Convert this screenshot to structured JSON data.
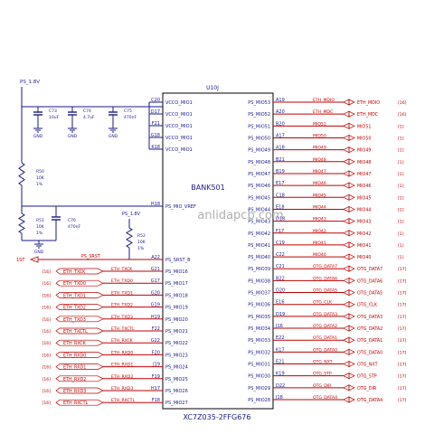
{
  "chip": {
    "ref": "U10J",
    "bank": "BANK501",
    "part": "XC7Z035-2FFG676",
    "watermark": "anlidapcb.com"
  },
  "power": {
    "rail": "PS_1.8V",
    "rail2": "PS_1.8V",
    "gnd": "GND"
  },
  "caps": [
    {
      "ref": "C73",
      "val": "10uF"
    },
    {
      "ref": "C74",
      "val": "4.7uF"
    },
    {
      "ref": "C75",
      "val": "470nF"
    }
  ],
  "resistors": [
    {
      "ref": "R50",
      "val": "10K",
      "tol": "1%"
    },
    {
      "ref": "R51",
      "val": "10K",
      "tol": "1%"
    },
    {
      "ref": "R52",
      "val": "10K",
      "tol": "1%"
    }
  ],
  "cap76": {
    "ref": "C76",
    "val": "470nF"
  },
  "rst": {
    "port": "1ST",
    "net": "PS_SRST"
  },
  "left_pins": [
    {
      "ball": "C20",
      "name": "VCCO_MIO1"
    },
    {
      "ball": "D17",
      "name": "VCCO_MIO1"
    },
    {
      "ball": "F21",
      "name": "VCCO_MIO1"
    },
    {
      "ball": "G18",
      "name": "VCCO_MIO1"
    },
    {
      "ball": "K18",
      "name": "VCCO_MIO1"
    },
    {
      "ball": "H18",
      "name": "PS_MIO_VREF"
    },
    {
      "ball": "A22",
      "name": "PS_SRST_B"
    },
    {
      "ball": "G21",
      "name": "PS_MIO16",
      "net": "ETH_TXCK",
      "port": "ETH_TXCK",
      "ref": "[16]"
    },
    {
      "ball": "G17",
      "name": "PS_MIO17",
      "net": "ETH_TXD0",
      "port": "ETH_TXD0",
      "ref": "[16]"
    },
    {
      "ball": "G20",
      "name": "PS_MIO18",
      "net": "ETH_TXD1",
      "port": "ETH_TXD1",
      "ref": "[16]"
    },
    {
      "ball": "G19",
      "name": "PS_MIO19",
      "net": "ETH_TXD2",
      "port": "ETH_TXD2",
      "ref": "[16]"
    },
    {
      "ball": "H19",
      "name": "PS_MIO20",
      "net": "ETH_TXD3",
      "port": "ETH_TXD3",
      "ref": "[16]"
    },
    {
      "ball": "F22",
      "name": "PS_MIO21",
      "net": "ETH_TXCTL",
      "port": "ETH_TXCTL",
      "ref": "[16]"
    },
    {
      "ball": "G22",
      "name": "PS_MIO22",
      "net": "ETH_RXCK",
      "port": "ETH_RXCK",
      "ref": "[16]"
    },
    {
      "ball": "F20",
      "name": "PS_MIO23",
      "net": "ETH_RXD0",
      "port": "ETH_RXD0",
      "ref": "[16]"
    },
    {
      "ball": "J19",
      "name": "PS_MIO24",
      "net": "ETH_RXD1",
      "port": "ETH_RXD1",
      "ref": "[16]"
    },
    {
      "ball": "F19",
      "name": "PS_MIO25",
      "net": "ETH_RXD2",
      "port": "ETH_RXD2",
      "ref": "[16]"
    },
    {
      "ball": "H17",
      "name": "PS_MIO26",
      "net": "ETH_RXD3",
      "port": "ETH_RXD3",
      "ref": "[16]"
    },
    {
      "ball": "F18",
      "name": "PS_MIO27",
      "net": "ETH_RXCTL",
      "port": "ETH_RXCTL",
      "ref": "[16]"
    }
  ],
  "right_pins": [
    {
      "ball": "A19",
      "name": "PS_MIO53",
      "net": "ETH_MDIO",
      "port": "ETH_MDIO",
      "ref": "[16]"
    },
    {
      "ball": "A20",
      "name": "PS_MIO52",
      "net": "ETH_MDC",
      "port": "ETH_MDC",
      "ref": "[16]"
    },
    {
      "ball": "B20",
      "name": "PS_MIO51",
      "net": "MIO51",
      "port": "MIO51",
      "ref": "[1]"
    },
    {
      "ball": "A17",
      "name": "PS_MIO50",
      "net": "MIO50",
      "port": "MIO50",
      "ref": "[1]"
    },
    {
      "ball": "A18",
      "name": "PS_MIO49",
      "net": "MIO49",
      "port": "MIO49",
      "ref": "[1]"
    },
    {
      "ball": "B21",
      "name": "PS_MIO48",
      "net": "MIO48",
      "port": "MIO48",
      "ref": "[1]"
    },
    {
      "ball": "B19",
      "name": "PS_MIO47",
      "net": "MIO47",
      "port": "MIO47",
      "ref": "[1]"
    },
    {
      "ball": "E17",
      "name": "PS_MIO46",
      "net": "MIO46",
      "port": "MIO46",
      "ref": "[1]"
    },
    {
      "ball": "C18",
      "name": "PS_MIO45",
      "net": "MIO45",
      "port": "MIO45",
      "ref": "[1]"
    },
    {
      "ball": "E18",
      "name": "PS_MIO44",
      "net": "MIO44",
      "port": "MIO44",
      "ref": "[1]"
    },
    {
      "ball": "D18",
      "name": "PS_MIO43",
      "net": "MIO43",
      "port": "MIO43",
      "ref": "[1]"
    },
    {
      "ball": "F17",
      "name": "PS_MIO42",
      "net": "MIO42",
      "port": "MIO42",
      "ref": "[1]"
    },
    {
      "ball": "C19",
      "name": "PS_MIO41",
      "net": "MIO41",
      "port": "MIO41",
      "ref": "[1]"
    },
    {
      "ball": "C22",
      "name": "PS_MIO40",
      "net": "MIO40",
      "port": "MIO40",
      "ref": "[1]"
    },
    {
      "ball": "C21",
      "name": "PS_MIO39",
      "net": "OTG_DATA7",
      "port": "OTG_DATA7",
      "ref": "[17]"
    },
    {
      "ball": "B22",
      "name": "PS_MIO38",
      "net": "OTG_DATA6",
      "port": "OTG_DATA6",
      "ref": "[17]"
    },
    {
      "ball": "D20",
      "name": "PS_MIO37",
      "net": "OTG_DATA5",
      "port": "OTG_DATA5",
      "ref": "[17]"
    },
    {
      "ball": "E16",
      "name": "PS_MIO36",
      "net": "OTG_CLK",
      "port": "OTG_CLK",
      "ref": "[17]"
    },
    {
      "ball": "D19",
      "name": "PS_MIO35",
      "net": "OTG_DATA3",
      "port": "OTG_DATA3",
      "ref": "[17]"
    },
    {
      "ball": "J16",
      "name": "PS_MIO34",
      "net": "OTG_DATA2",
      "port": "OTG_DATA2",
      "ref": "[17]"
    },
    {
      "ball": "E22",
      "name": "PS_MIO33",
      "net": "OTG_DATA1",
      "port": "OTG_DATA1",
      "ref": "[17]"
    },
    {
      "ball": "K17",
      "name": "PS_MIO32",
      "net": "OTG_DATA0",
      "port": "OTG_DATA0",
      "ref": "[17]"
    },
    {
      "ball": "E21",
      "name": "PS_MIO31",
      "net": "OTG_NXT",
      "port": "OTG_NXT",
      "ref": "[17]"
    },
    {
      "ball": "K19",
      "name": "PS_MIO30",
      "net": "OTG_STP",
      "port": "OTG_STP",
      "ref": "[17]"
    },
    {
      "ball": "D22",
      "name": "PS_MIO29",
      "net": "OTG_DIR",
      "port": "OTG_DIR",
      "ref": "[17]"
    },
    {
      "ball": "J18",
      "name": "PS_MIO28",
      "net": "OTG_DATA4",
      "port": "OTG_DATA4",
      "ref": "[17]"
    }
  ],
  "colors": {
    "wire": "#1a1a8c",
    "text": "#1a1a8c",
    "net": "#c00000",
    "box": "#000000",
    "watermark": "#b0b0b0"
  }
}
